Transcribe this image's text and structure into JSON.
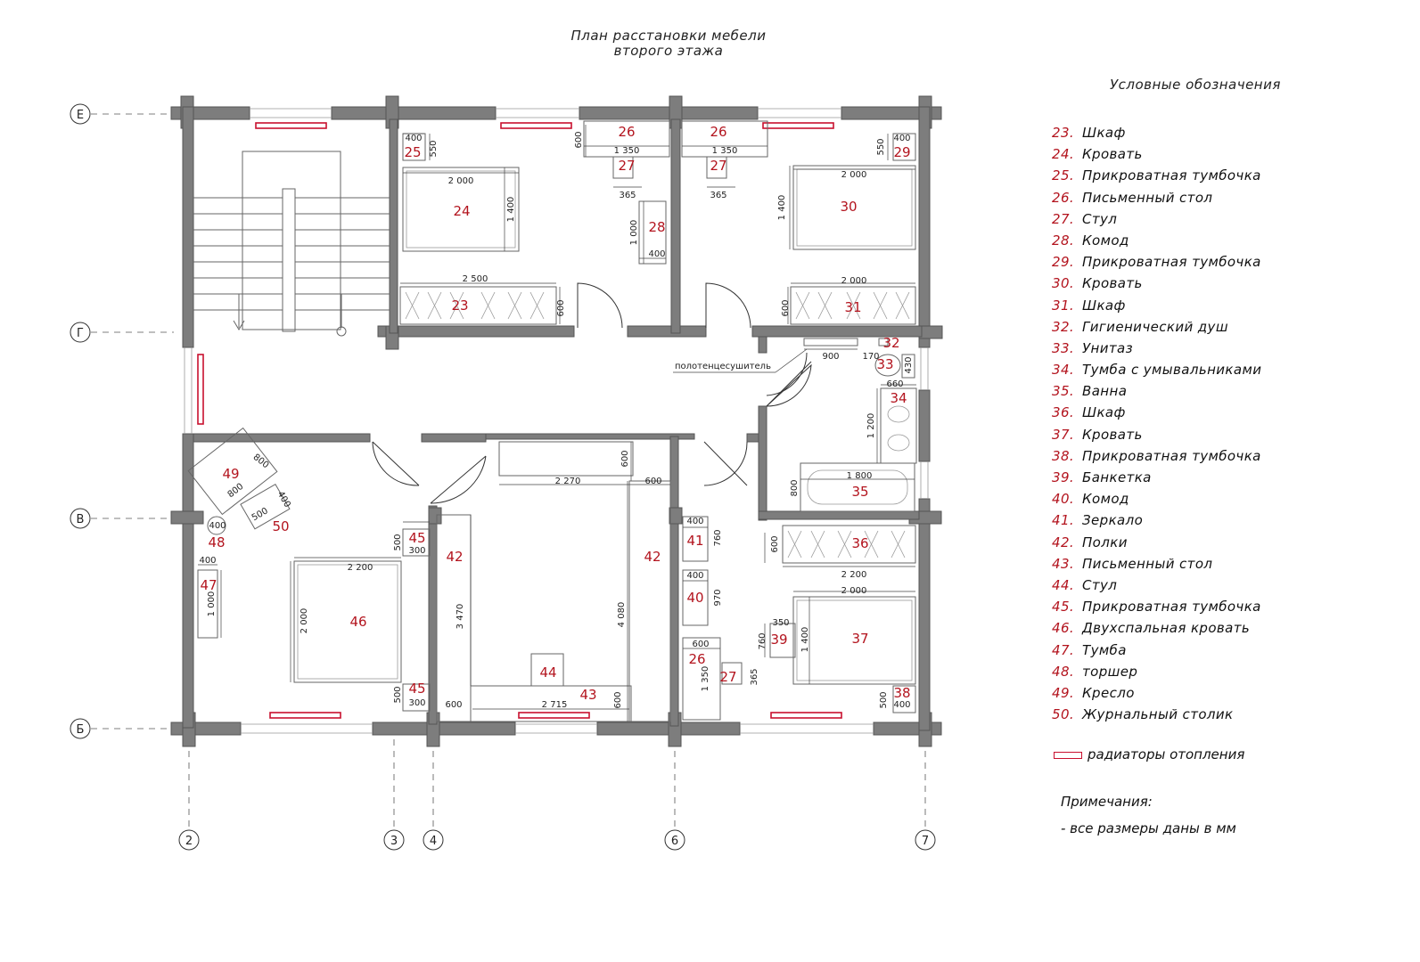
{
  "title": [
    "План расстановки мебели",
    "второго этажа"
  ],
  "legend_title": "Условные обозначения",
  "legend": [
    {
      "num": "23.",
      "label": "Шкаф"
    },
    {
      "num": "24.",
      "label": "Кровать"
    },
    {
      "num": "25.",
      "label": "Прикроватная тумбочка"
    },
    {
      "num": "26.",
      "label": "Письменный стол"
    },
    {
      "num": "27.",
      "label": "Стул"
    },
    {
      "num": "28.",
      "label": "Комод"
    },
    {
      "num": "29.",
      "label": "Прикроватная тумбочка"
    },
    {
      "num": "30.",
      "label": "Кровать"
    },
    {
      "num": "31.",
      "label": "Шкаф"
    },
    {
      "num": "32.",
      "label": "Гигиенический душ"
    },
    {
      "num": "33.",
      "label": "Унитаз"
    },
    {
      "num": "34.",
      "label": "Тумба с умывальниками"
    },
    {
      "num": "35.",
      "label": "Ванна"
    },
    {
      "num": "36.",
      "label": "Шкаф"
    },
    {
      "num": "37.",
      "label": "Кровать"
    },
    {
      "num": "38.",
      "label": "Прикроватная тумбочка"
    },
    {
      "num": "39.",
      "label": "Банкетка"
    },
    {
      "num": "40.",
      "label": "Комод"
    },
    {
      "num": "41.",
      "label": "Зеркало"
    },
    {
      "num": "42.",
      "label": "Полки"
    },
    {
      "num": "43.",
      "label": "Письменный стол"
    },
    {
      "num": "44.",
      "label": "Стул"
    },
    {
      "num": "45.",
      "label": "Прикроватная тумбочка"
    },
    {
      "num": "46.",
      "label": "Двухспальная кровать"
    },
    {
      "num": "47.",
      "label": "Тумба"
    },
    {
      "num": "48.",
      "label": "торшер"
    },
    {
      "num": "49.",
      "label": "Кресло"
    },
    {
      "num": "50.",
      "label": "Журнальный столик"
    }
  ],
  "radiator_label": "радиаторы отопления",
  "notes": {
    "title": "Примечания:",
    "line": "- все размеры даны в мм"
  },
  "towel_label": "полотенцесушитель",
  "axes": {
    "rows": [
      "Е",
      "Г",
      "В",
      "Б"
    ],
    "cols": [
      "2",
      "3",
      "4",
      "6",
      "7"
    ]
  },
  "labels": {
    "n23": "23",
    "n24": "24",
    "n25": "25",
    "n26a": "26",
    "n26b": "26",
    "n26c": "26",
    "n27a": "27",
    "n27b": "27",
    "n27c": "27",
    "n28": "28",
    "n29": "29",
    "n30": "30",
    "n31": "31",
    "n32": "32",
    "n33": "33",
    "n34": "34",
    "n35": "35",
    "n36": "36",
    "n37": "37",
    "n38": "38",
    "n39": "39",
    "n40": "40",
    "n41": "41",
    "n42a": "42",
    "n42b": "42",
    "n43": "43",
    "n44": "44",
    "n45a": "45",
    "n45b": "45",
    "n46": "46",
    "n47": "47",
    "n48": "48",
    "n49": "49",
    "n50": "50"
  },
  "dims": {
    "d1": "400",
    "d2": "550",
    "d3": "2 000",
    "d4": "1 400",
    "d5": "600",
    "d6": "1 350",
    "d7": "365",
    "d8": "1 000",
    "d9": "400",
    "d10": "2 500",
    "d11": "600",
    "d12": "1 350",
    "d13": "365",
    "d14": "550",
    "d15": "400",
    "d16": "2 000",
    "d17": "1 400",
    "d18": "2 000",
    "d19": "600",
    "d20": "900",
    "d21": "170",
    "d22": "430",
    "d23": "660",
    "d24": "1 200",
    "d25": "1 800",
    "d26": "800",
    "d27": "600",
    "d28": "2 270",
    "d29": "600",
    "d30": "800",
    "d31": "800",
    "d32": "400",
    "d33": "500",
    "d34": "400",
    "d35": "400",
    "d36": "1 000",
    "d37": "500",
    "d38": "300",
    "d39": "2 200",
    "d40": "2 000",
    "d41": "500",
    "d42": "300",
    "d43": "3 470",
    "d44": "4 080",
    "d45": "600",
    "d46": "2 715",
    "d47": "600",
    "d48": "400",
    "d49": "760",
    "d50": "400",
    "d51": "970",
    "d52": "600",
    "d53": "1 350",
    "d54": "365",
    "d55": "350",
    "d56": "760",
    "d57": "2 000",
    "d58": "1 400",
    "d59": "2 200",
    "d60": "600",
    "d61": "500",
    "d62": "400"
  }
}
